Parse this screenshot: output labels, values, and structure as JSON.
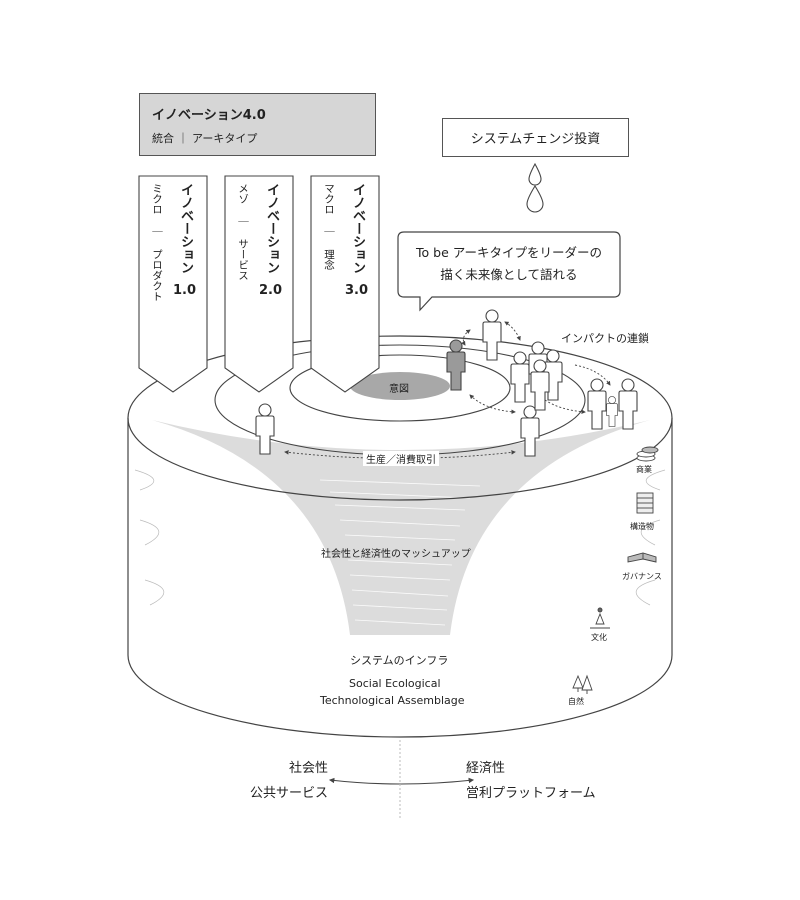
{
  "innovation_40": {
    "title": "イノベーション4.0",
    "subtitle": "統合 ｜ アーキタイプ"
  },
  "system_change_investment": {
    "label": "システムチェンジ投資",
    "icon": "water-drop-icon"
  },
  "innovation_banners": [
    {
      "title": "イノベーション",
      "version": "1.0",
      "subtitle": "ミクロ ｜ プロダクト"
    },
    {
      "title": "イノベーション",
      "version": "2.0",
      "subtitle": "メゾ ｜ サービス"
    },
    {
      "title": "イノベーション",
      "version": "3.0",
      "subtitle": "マクロ ｜ 理念"
    }
  ],
  "speech_bubble": {
    "line1": "To be アーキタイプをリーダーの",
    "line2": "描く未来像として語れる"
  },
  "cylinder": {
    "center_label": "意図",
    "impact_chain_label": "インパクトの連鎖",
    "production_label": "生産／消費取引",
    "mashup_label": "社会性と経済性のマッシュアップ",
    "infra_label": "システムのインフラ",
    "assemblage_line1": "Social Ecological",
    "assemblage_line2": "Technological Assemblage"
  },
  "side_layers": [
    {
      "label": "商業",
      "icon": "coins-icon"
    },
    {
      "label": "構造物",
      "icon": "building-icon"
    },
    {
      "label": "ガバナンス",
      "icon": "book-icon"
    },
    {
      "label": "文化",
      "icon": "praying-hands-icon"
    },
    {
      "label": "自然",
      "icon": "trees-icon"
    }
  ],
  "bottom_axis": {
    "left_line1": "社会性",
    "left_line2": "公共サービス",
    "right_line1": "経済性",
    "right_line2": "営利プラットフォーム"
  },
  "colors": {
    "stroke": "#444444",
    "gray_box": "#d6d6d6",
    "funnel": "#dcdcdc",
    "person_fill": "#ffffff",
    "leader_fill": "#9a9a9a",
    "intent_fill": "#a8a8a8"
  }
}
